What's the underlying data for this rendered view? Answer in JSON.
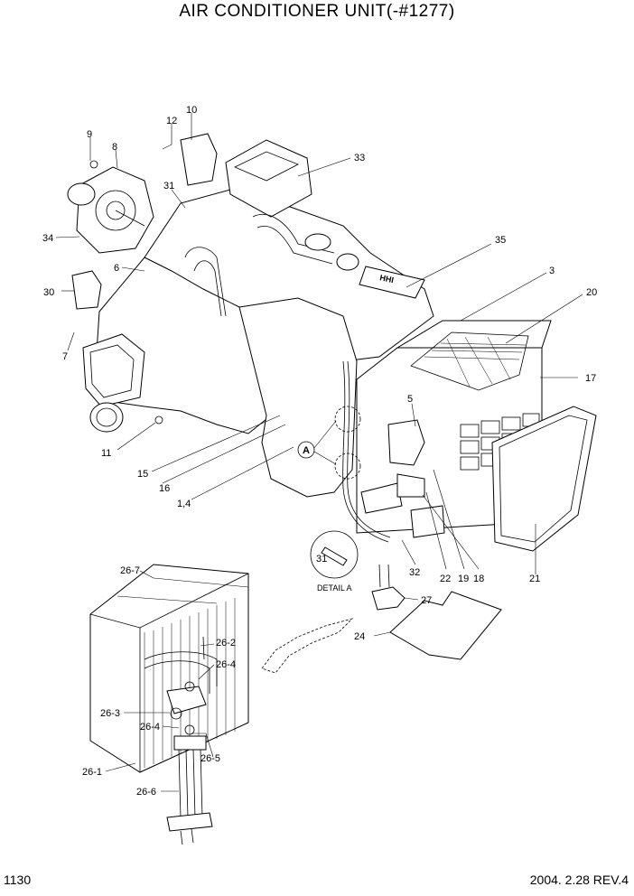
{
  "title": "AIR CONDITIONER UNIT(-#1277)",
  "footer": {
    "page": "1130",
    "date_rev": "2004. 2.28  REV.4"
  },
  "hhi_mark": "HHI",
  "detail": {
    "callout": "A",
    "label": "DETAIL A",
    "part": "31"
  },
  "parts": [
    {
      "id": "p10",
      "text": "10"
    },
    {
      "id": "p12",
      "text": "12"
    },
    {
      "id": "p9",
      "text": "9"
    },
    {
      "id": "p8",
      "text": "8"
    },
    {
      "id": "p33",
      "text": "33"
    },
    {
      "id": "p31",
      "text": "31"
    },
    {
      "id": "p34",
      "text": "34"
    },
    {
      "id": "p35",
      "text": "35"
    },
    {
      "id": "p6",
      "text": "6"
    },
    {
      "id": "p3",
      "text": "3"
    },
    {
      "id": "p30",
      "text": "30"
    },
    {
      "id": "p20",
      "text": "20"
    },
    {
      "id": "p7",
      "text": "7"
    },
    {
      "id": "p17",
      "text": "17"
    },
    {
      "id": "p5",
      "text": "5"
    },
    {
      "id": "p11",
      "text": "11"
    },
    {
      "id": "p15",
      "text": "15"
    },
    {
      "id": "p16",
      "text": "16"
    },
    {
      "id": "p14",
      "text": "1,4"
    },
    {
      "id": "p32",
      "text": "32"
    },
    {
      "id": "p22",
      "text": "22"
    },
    {
      "id": "p19",
      "text": "19"
    },
    {
      "id": "p18",
      "text": "18"
    },
    {
      "id": "p21",
      "text": "21"
    },
    {
      "id": "p27",
      "text": "27"
    },
    {
      "id": "p24",
      "text": "24"
    },
    {
      "id": "p26_7",
      "text": "26-7"
    },
    {
      "id": "p26_2",
      "text": "26-2"
    },
    {
      "id": "p26_4a",
      "text": "26-4"
    },
    {
      "id": "p26_3",
      "text": "26-3"
    },
    {
      "id": "p26_4b",
      "text": "26-4"
    },
    {
      "id": "p26_5",
      "text": "26-5"
    },
    {
      "id": "p26_1",
      "text": "26-1"
    },
    {
      "id": "p26_6",
      "text": "26-6"
    }
  ]
}
